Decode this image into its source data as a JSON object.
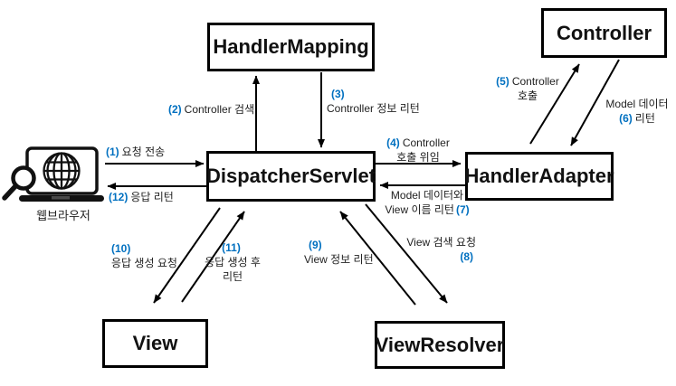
{
  "diagram": {
    "boxes": {
      "handler_mapping": "HandlerMapping",
      "controller": "Controller",
      "dispatcher_servlet": "DispatcherServlet",
      "handler_adapter": "HandlerAdapter",
      "view": "View",
      "view_resolver": "ViewResolver"
    },
    "browser": {
      "label": "웹브라우저"
    },
    "colors": {
      "step_number": "#0070C0",
      "line": "#000000",
      "box_border": "#000000",
      "background": "#ffffff"
    },
    "steps": {
      "s1": {
        "num": "(1)",
        "text": "요청 전송"
      },
      "s2": {
        "num": "(2)",
        "text": "Controller 검색"
      },
      "s3": {
        "num": "(3)",
        "text": "Controller 정보 리턴"
      },
      "s4": {
        "num": "(4)",
        "text": "Controller",
        "text2": "호출 위임"
      },
      "s5": {
        "num": "(5)",
        "text": "Controller",
        "text2": "호출"
      },
      "s6": {
        "num": "(6)",
        "text": "Model 데이터",
        "text2": "리턴"
      },
      "s7": {
        "num": "(7)",
        "text": "Model 데이터와",
        "text2": "View 이름 리턴"
      },
      "s8": {
        "num": "(8)",
        "text": "View 검색 요청"
      },
      "s9": {
        "num": "(9)",
        "text": "View 정보 리턴"
      },
      "s10": {
        "num": "(10)",
        "text": "응답 생성 요청"
      },
      "s11": {
        "num": "(11)",
        "text": "응답 생성 후",
        "text2": "리턴"
      },
      "s12": {
        "num": "(12)",
        "text": "응답 리턴"
      }
    }
  }
}
